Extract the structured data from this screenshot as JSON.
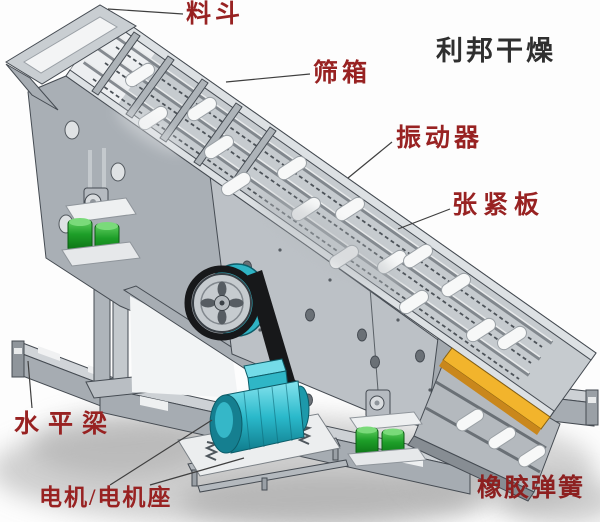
{
  "brand": {
    "text": "利邦干燥"
  },
  "labels": {
    "hopper": {
      "text": "料斗"
    },
    "screen_box": {
      "text": "筛箱"
    },
    "vibrator": {
      "text": "振动器"
    },
    "tension_plate": {
      "text": "张紧板"
    },
    "horizontal_beam": {
      "text": "水平梁"
    },
    "motor_and_base": {
      "text": "电机/电机座"
    },
    "rubber_spring": {
      "text": "橡胶弹簧"
    }
  },
  "colors": {
    "label_red": "#982222",
    "brand_black": "#2f2f2f",
    "machine_gray": "#bfc4c9",
    "spring_green": "#22a52c",
    "motor_cyan": "#2ab9cb",
    "discharge_yellow": "#f2b42c",
    "belt_black": "#17181a"
  }
}
